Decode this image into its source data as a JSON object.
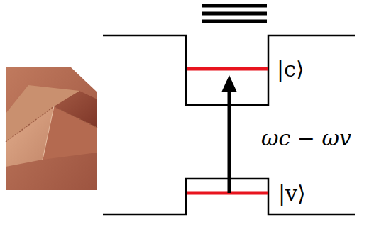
{
  "diagram": {
    "labels": [
      "|c⟩",
      "ωc − ωv",
      "|v⟩"
    ]
  }
}
